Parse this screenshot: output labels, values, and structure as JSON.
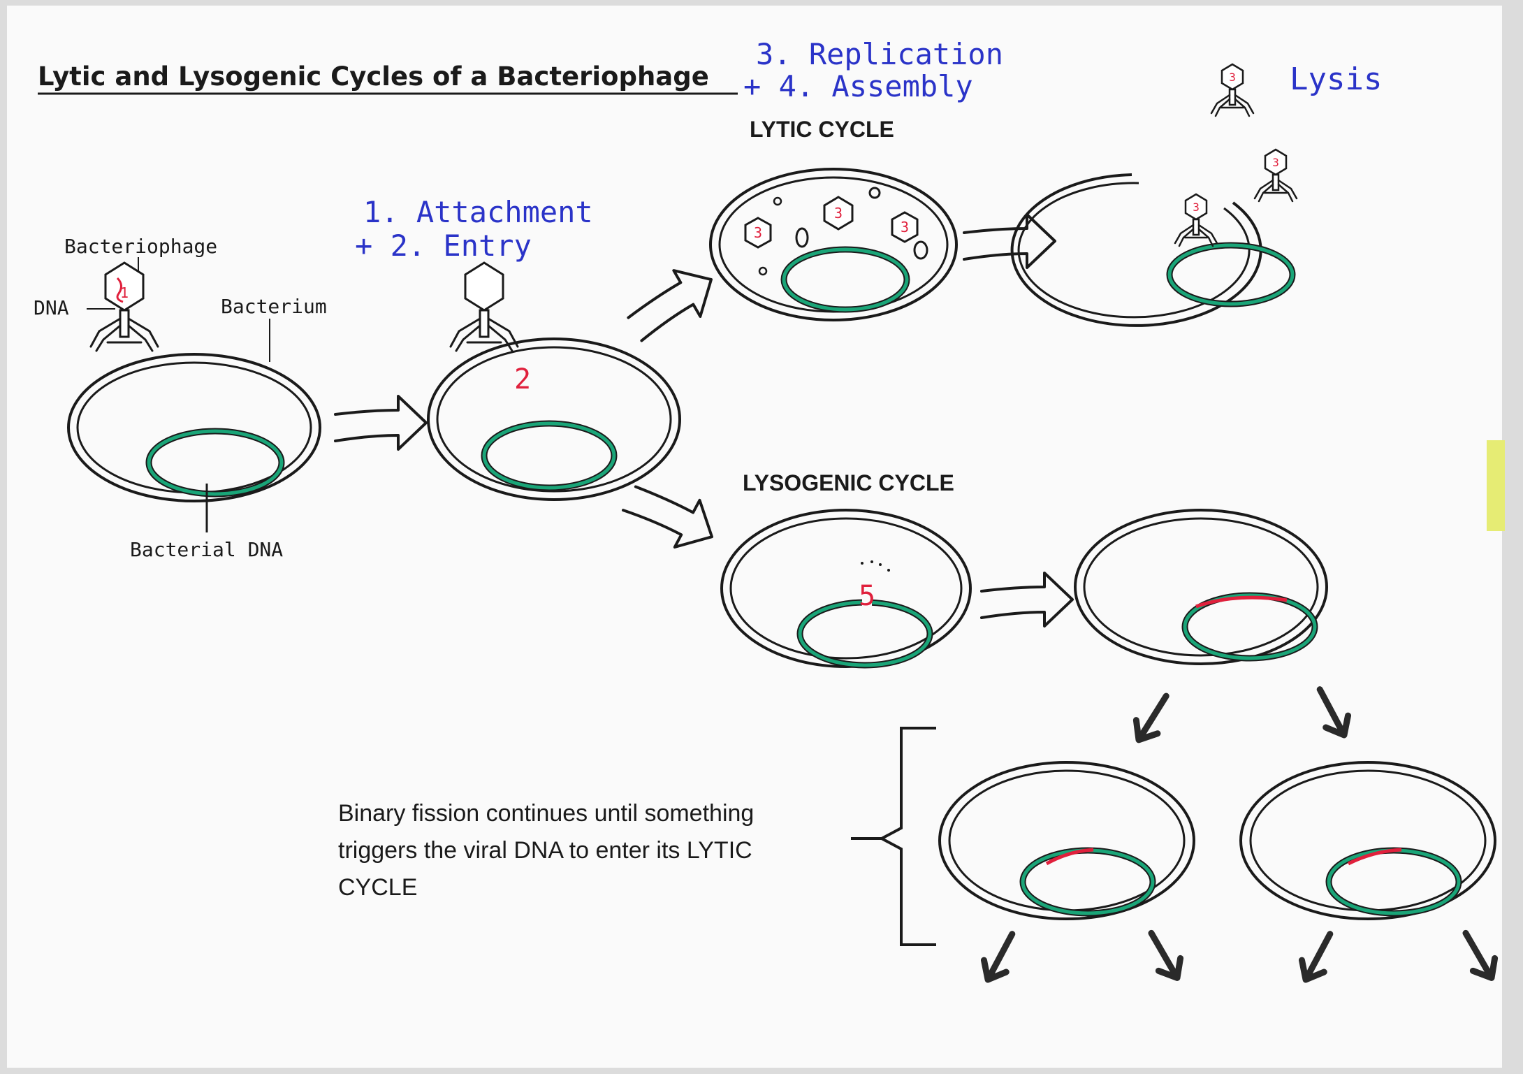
{
  "title": "Lytic and Lysogenic Cycles of a Bacteriophage",
  "labels": {
    "bacteriophage": "Bacteriophage",
    "dna": "DNA",
    "bacterium": "Bacterium",
    "bacterial_dna": "Bacterial DNA"
  },
  "steps": {
    "attachment": "1. Attachment",
    "entry": "+ 2. Entry",
    "replication": "3. Replication",
    "assembly": "+ 4. Assembly",
    "lysis": "Lysis"
  },
  "step_markers": {
    "attach": "1",
    "entry": "2",
    "phage": "3",
    "integrate": "5"
  },
  "cycles": {
    "lytic": "LYTIC CYCLE",
    "lysogenic": "LYSOGENIC CYCLE"
  },
  "note": {
    "line1": "Binary fission continues until something",
    "line2": "triggers the viral DNA to enter its LYTIC",
    "line3": "CYCLE"
  },
  "colors": {
    "ink": "#1a1a1a",
    "bacterial_dna": "#1aa578",
    "viral_dna": "#e0203c",
    "handwriting": "#2a33c8",
    "paper": "#fafafa"
  },
  "icons": [
    "bacteriophage-icon",
    "arrow-icon",
    "brace-icon"
  ]
}
